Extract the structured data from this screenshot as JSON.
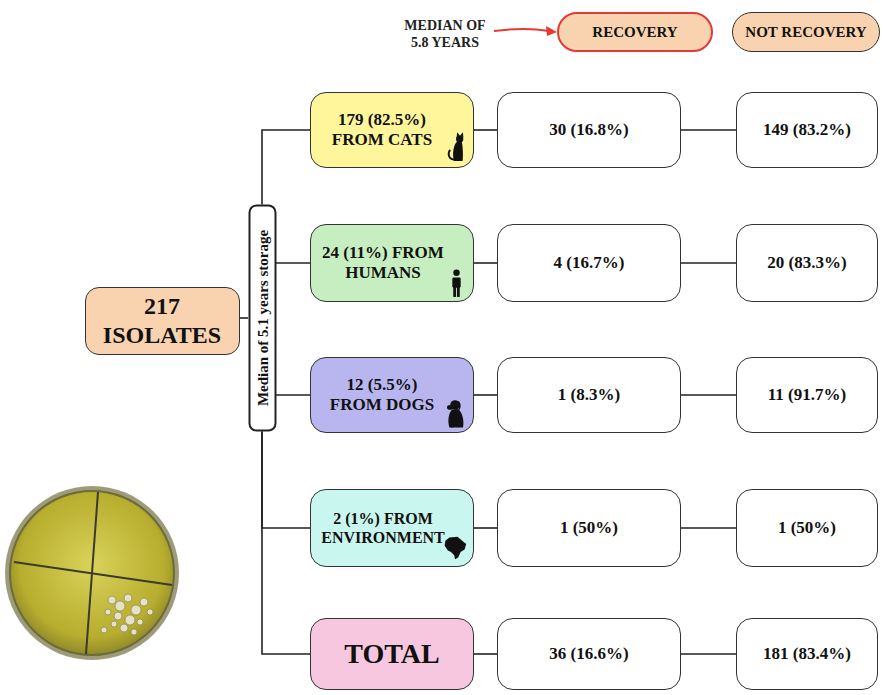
{
  "diagram": {
    "nodes": [
      {
        "text": [
          "RECOVERY"
        ]
      },
      {
        "text": [
          "NOT RECOVERY"
        ]
      },
      {
        "text": [
          "217 ISOLATES"
        ]
      },
      {
        "text": [
          "Median of 5.1 years storage"
        ]
      },
      {
        "text": [
          "179 (82.5%) FROM CATS"
        ]
      },
      {
        "text": [
          "30 (16.8%)"
        ]
      },
      {
        "text": [
          "149 (83.2%)"
        ]
      },
      {
        "text": [
          "24 (11%) FROM HUMANS"
        ]
      },
      {
        "text": [
          "4 (16.7%)"
        ]
      },
      {
        "text": [
          "20 (83.3%)"
        ]
      },
      {
        "text": [
          "12 (5.5%) FROM DOGS"
        ]
      },
      {
        "text": [
          "1 (8.3%)"
        ]
      },
      {
        "text": [
          "11 (91.7%)"
        ]
      },
      {
        "text": [
          "2 (1%) FROM ENVIRONMENT"
        ]
      },
      {
        "text": [
          "1 (50%)"
        ]
      },
      {
        "text": [
          "1 (50%)"
        ]
      },
      {
        "text": [
          "TOTAL"
        ]
      },
      {
        "text": [
          "36 (16.6%)"
        ]
      },
      {
        "text": [
          "181 (83.4%)"
        ]
      }
    ],
    "edges": [
      {
        "from": 2,
        "to": 3,
        "arrow": "none"
      },
      {
        "from": 3,
        "to": 4,
        "arrow": "none"
      },
      {
        "from": 3,
        "to": 7,
        "arrow": "none"
      },
      {
        "from": 3,
        "to": 10,
        "arrow": "none"
      },
      {
        "from": 3,
        "to": 13,
        "arrow": "none"
      },
      {
        "from": 3,
        "to": 16,
        "arrow": "none"
      },
      {
        "from": 4,
        "to": 5,
        "arrow": "none"
      },
      {
        "from": 5,
        "to": 6,
        "arrow": "none"
      },
      {
        "from": 7,
        "to": 8,
        "arrow": "none"
      },
      {
        "from": 8,
        "to": 9,
        "arrow": "none"
      },
      {
        "from": 10,
        "to": 11,
        "arrow": "none"
      },
      {
        "from": 11,
        "to": 12,
        "arrow": "none"
      },
      {
        "from": 13,
        "to": 14,
        "arrow": "none"
      },
      {
        "from": 14,
        "to": 15,
        "arrow": "none"
      },
      {
        "from": 16,
        "to": 17,
        "arrow": "none"
      },
      {
        "from": 17,
        "to": 18,
        "arrow": "none"
      }
    ],
    "labels": [
      "MEDIAN OF 5.8 YEARS"
    ]
  }
}
